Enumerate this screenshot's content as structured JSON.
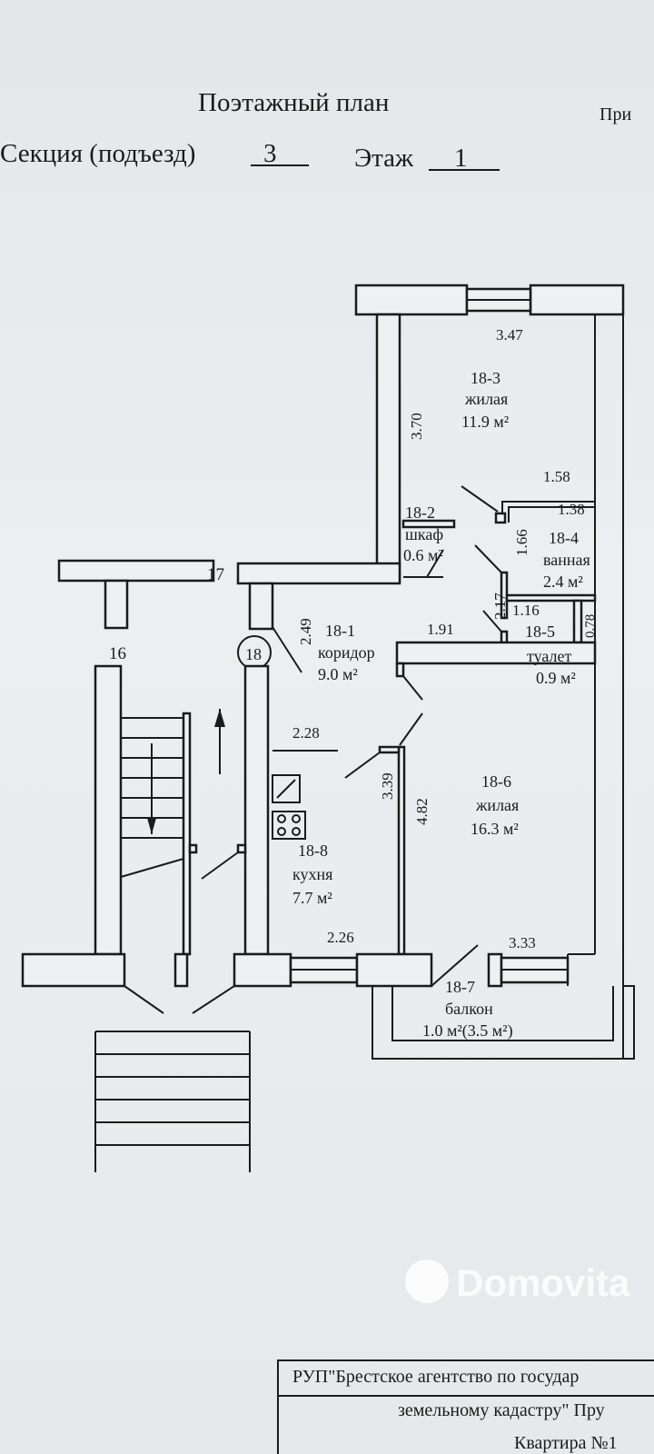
{
  "header": {
    "title": "Поэтажный план",
    "corner_fragment": "При",
    "section_label": "Секция (подъезд)",
    "section_value": "3",
    "floor_label": "Этаж",
    "floor_value": "1"
  },
  "plan": {
    "apartment_number": "18",
    "neighbor_numbers": [
      "17",
      "16"
    ],
    "rooms": [
      {
        "id": "18-1",
        "name": "коридор",
        "area": "9.0 м²"
      },
      {
        "id": "18-2",
        "name": "шкаф",
        "area": "0.6 м²"
      },
      {
        "id": "18-3",
        "name": "жилая",
        "area": "11.9 м²"
      },
      {
        "id": "18-4",
        "name": "ванная",
        "area": "2.4 м²"
      },
      {
        "id": "18-5",
        "name": "туалет",
        "area": "0.9 м²"
      },
      {
        "id": "18-6",
        "name": "жилая",
        "area": "16.3 м²"
      },
      {
        "id": "18-7",
        "name": "балкон",
        "area": "1.0 м²(3.5 м²)"
      },
      {
        "id": "18-8",
        "name": "кухня",
        "area": "7.7 м²"
      }
    ],
    "dimensions": [
      "3.47",
      "3.70",
      "1.58",
      "1.38",
      "1.66",
      "2.17",
      "1.16",
      "0.78",
      "1.91",
      "2.49",
      "2.28",
      "3.39",
      "4.82",
      "2.26",
      "3.33"
    ]
  },
  "stamp": {
    "line1": "РУП\"Брестское агентство по государ",
    "line2": "земельному кадастру\" Пру",
    "line3": "Квартира №1"
  },
  "watermark": "Domovita"
}
